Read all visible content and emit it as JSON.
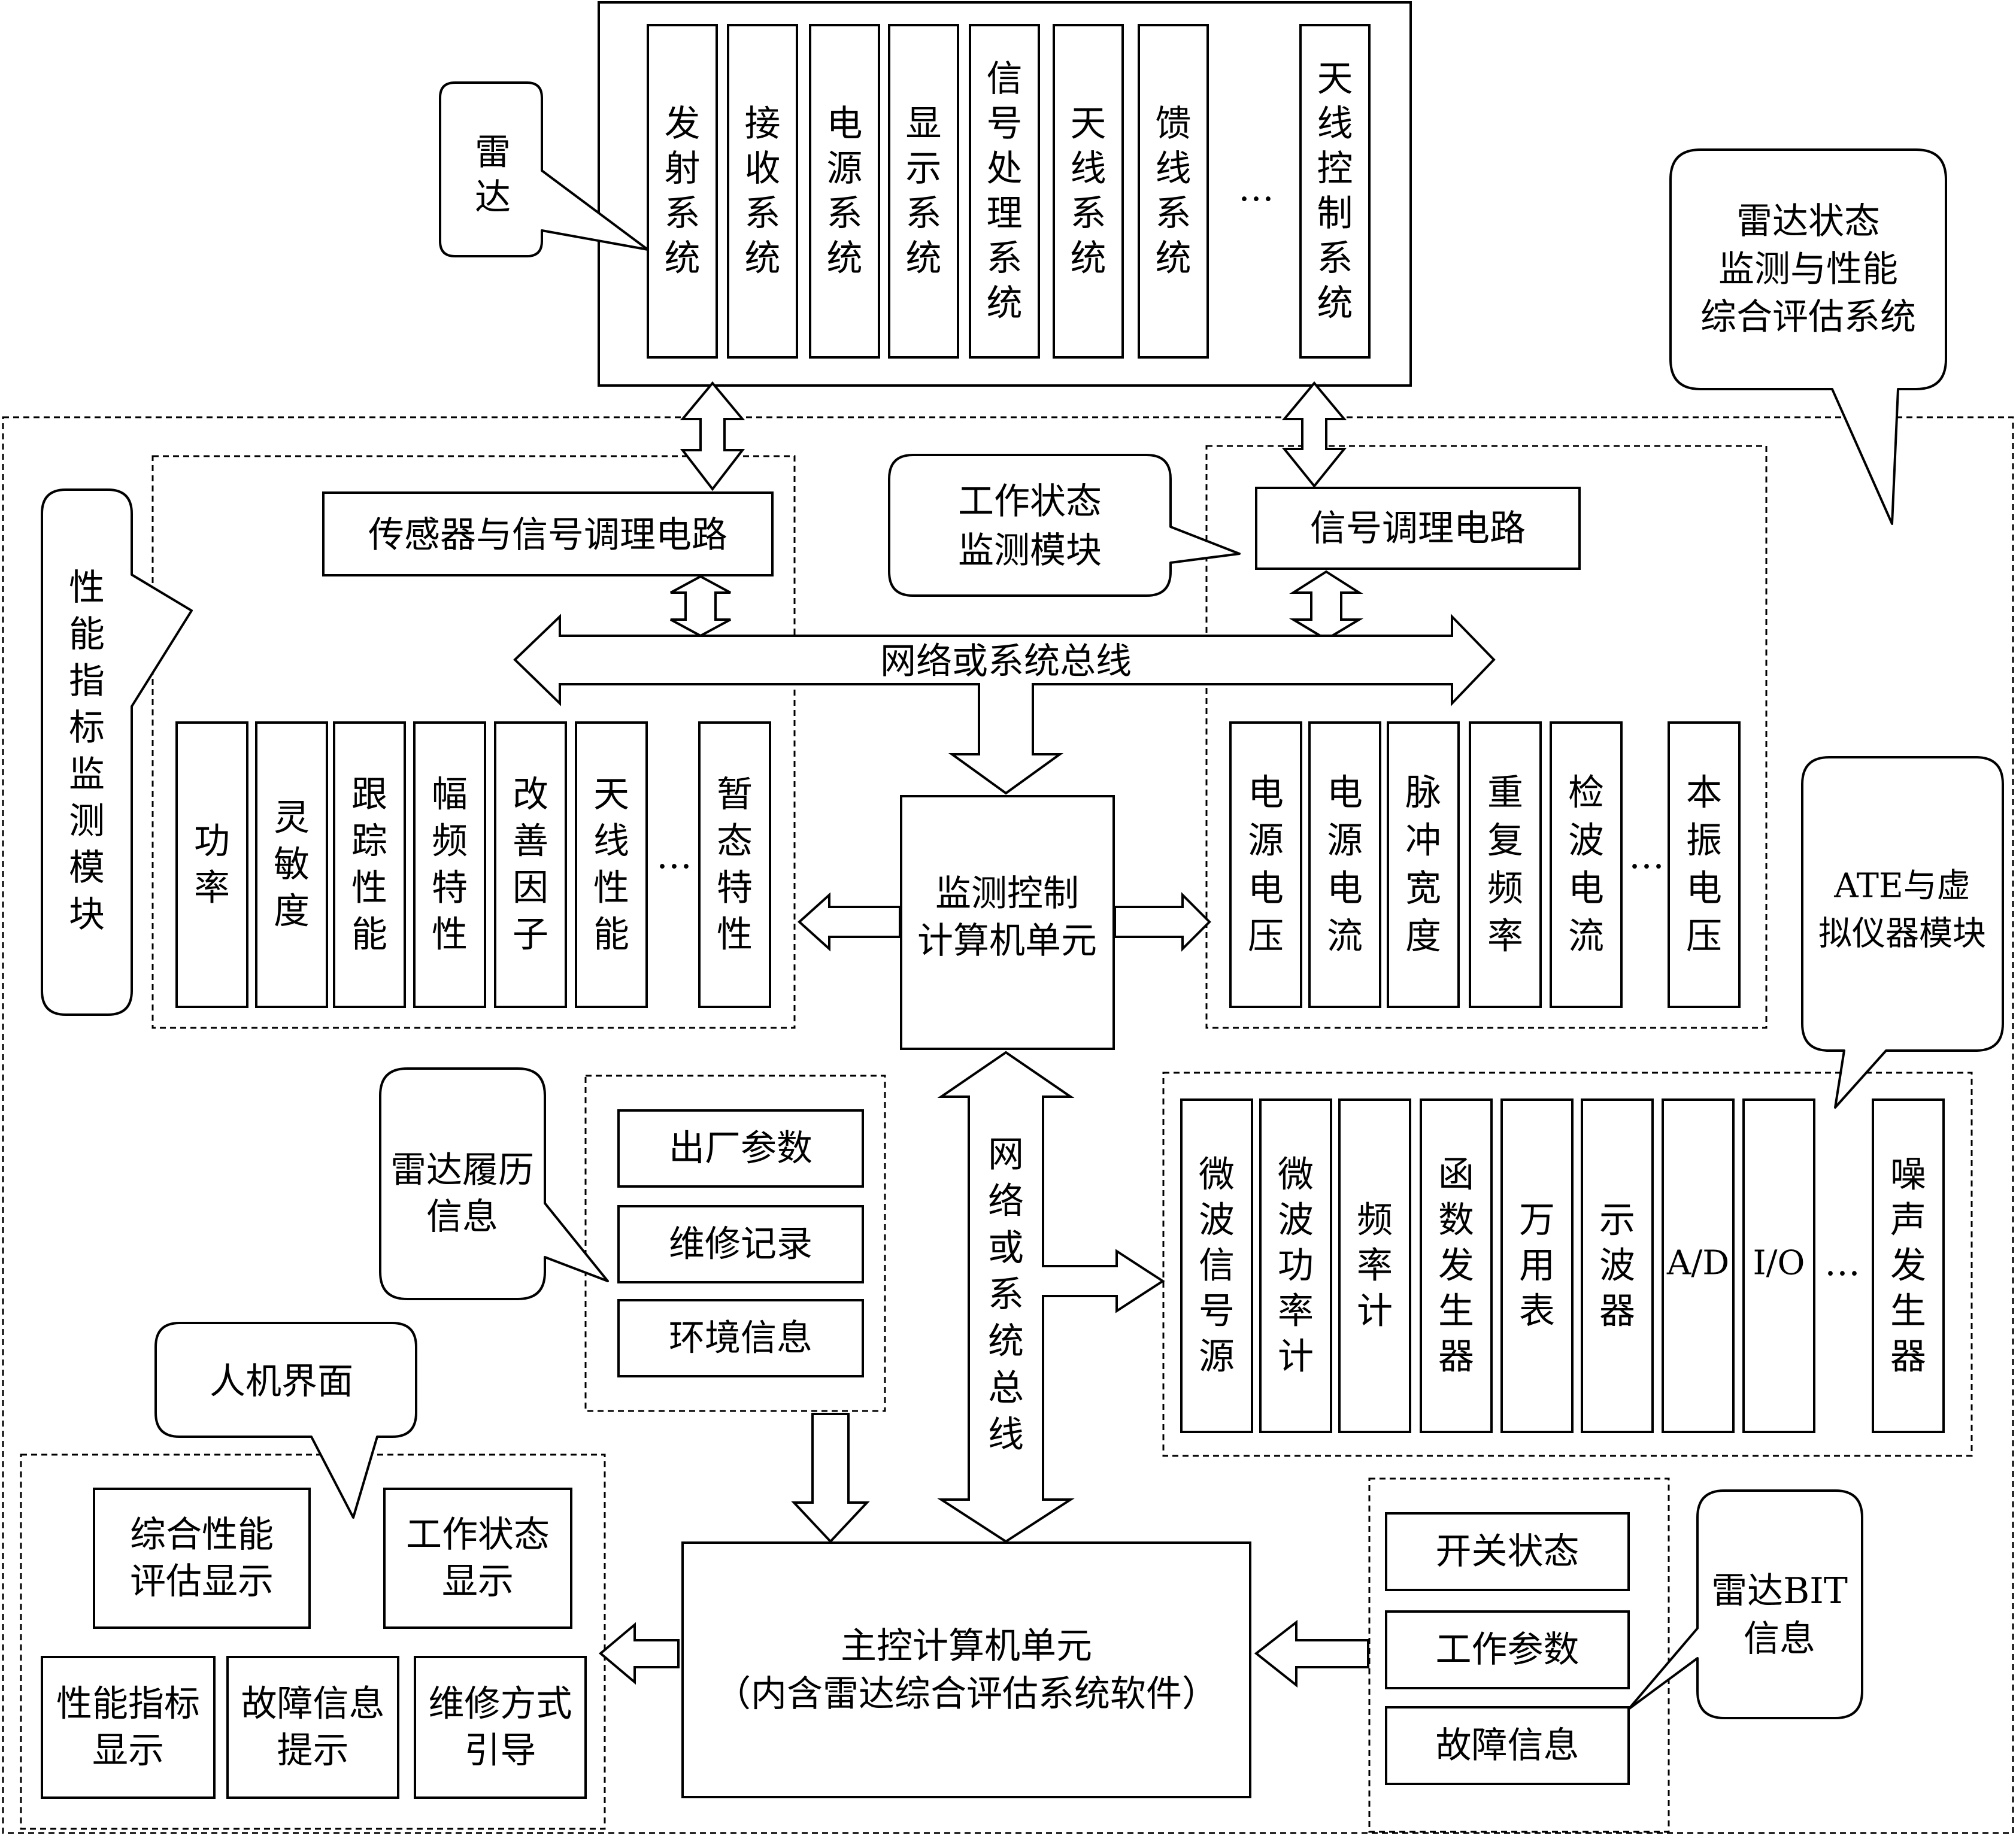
{
  "radar": {
    "label": "雷达",
    "systems": [
      "发射系统",
      "接收系统",
      "电源系统",
      "显示系统",
      "信号处理系统",
      "天线系统",
      "馈线系统",
      "天线控制系统"
    ],
    "ellipsis": "…"
  },
  "overall_system_label": "雷达状态监测与性能综合评估系统",
  "performance_module": {
    "label": "性能指标监测模块",
    "sensor_circuit": "传感器与信号调理电路",
    "items": [
      "功率",
      "灵敏度",
      "跟踪性能",
      "幅频特性",
      "改善因子",
      "天线性能",
      "暂态特性"
    ],
    "ellipsis": "…"
  },
  "work_state_module": {
    "label": "工作状态监测模块",
    "signal_circuit": "信号调理电路",
    "items": [
      "电源电压",
      "电源电流",
      "脉冲宽度",
      "重复频率",
      "检波电流",
      "本振电压"
    ],
    "ellipsis": "…"
  },
  "bus_horizontal": "网络或系统总线",
  "bus_vertical": "网络或系统总线",
  "monitor_control_unit": "监测控制计算机单元",
  "ate_module": {
    "label": "ATE与虚拟仪器模块",
    "items": [
      "微波信号源",
      "微波功率计",
      "频率计",
      "函数发生器",
      "万用表",
      "示波器",
      "A/D",
      "I/O",
      "噪声发生器"
    ],
    "ellipsis": "…"
  },
  "history_info": {
    "label": "雷达履历信息",
    "items": [
      "出厂参数",
      "维修记录",
      "环境信息"
    ]
  },
  "hmi": {
    "label": "人机界面",
    "items": [
      "综合性能评估显示",
      "工作状态显示",
      "性能指标显示",
      "故障信息提示",
      "维修方式引导"
    ]
  },
  "main_control_unit": {
    "line1": "主控计算机单元",
    "line2": "（内含雷达综合评估系统软件）"
  },
  "bit_info": {
    "label": "雷达BIT信息",
    "items": [
      "开关状态",
      "工作参数",
      "故障信息"
    ]
  }
}
